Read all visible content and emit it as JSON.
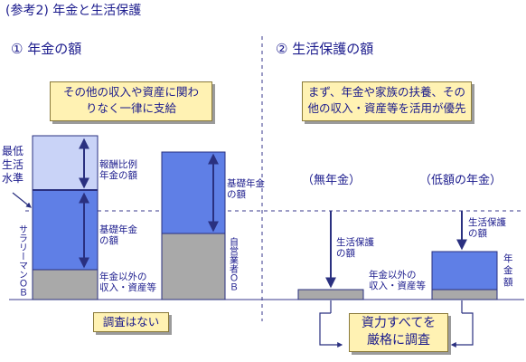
{
  "page_title": "(参考2) 年金と生活保護",
  "left": {
    "heading": "① 年金の額",
    "box_line1": "その他の収入や資産に関わ",
    "box_line2": "りなく一律に支給",
    "min_living_1": "最低",
    "min_living_2": "生活",
    "min_living_3": "水準",
    "proportional_1": "報酬比例",
    "proportional_2": "年金の額",
    "basic_1": "基礎年金",
    "basic_2": "の額",
    "other_income_1": "年金以外の",
    "other_income_2": "収入・資産等",
    "salaryman_ob": "サラリーマンＯＢ",
    "basic_r_1": "基礎年金",
    "basic_r_2": "の額",
    "selfemployed_ob": "自営業者ＯＢ",
    "no_check": "調査はない"
  },
  "right": {
    "heading": "② 生活保護の額",
    "box_line1": "まず、年金や家族の扶養、その",
    "box_line2": "他の収入・資産等を活用が優先",
    "no_pension": "（無年金）",
    "low_pension": "（低額の年金）",
    "welfare_1": "生活保護",
    "welfare_2": "の額",
    "welfare_r_1": "生活保護",
    "welfare_r_2": "の額",
    "other_income_1": "年金以外の",
    "other_income_2": "収入・資産等",
    "pension_amount": "年金額",
    "strict_1": "資力すべてを",
    "strict_2": "厳格に調査"
  },
  "colors": {
    "text": "#1a1a8c",
    "light_blue": "#c9d3f7",
    "mid_blue": "#5f7fe6",
    "gray": "#a9a9a9",
    "box_fill": "#fff2b3",
    "arrow": "#2a3080"
  }
}
